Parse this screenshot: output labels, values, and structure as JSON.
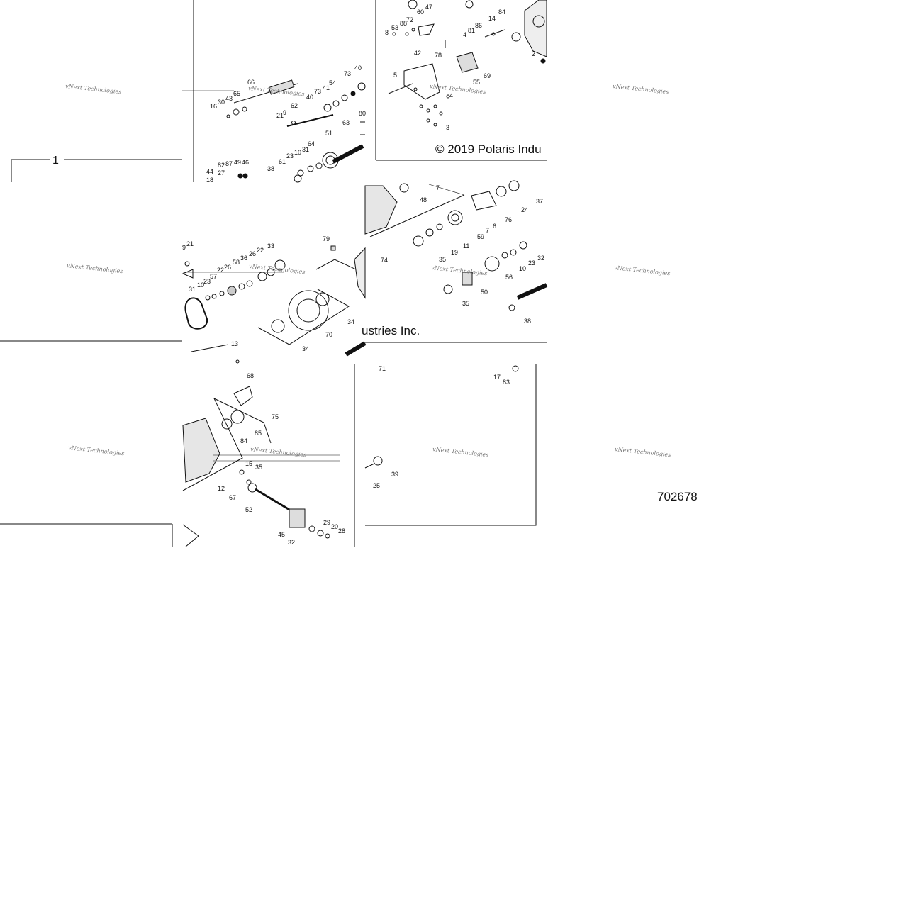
{
  "figure": {
    "copyright": "© 2019 Polaris Indu",
    "copyright_tail": "ustries Inc.",
    "drawing_number": "702678",
    "section_label": "1"
  },
  "watermark": {
    "text": "vNext Technologies"
  },
  "callouts": {
    "tile_top_left": [
      "66",
      "30",
      "43",
      "65",
      "16",
      "62",
      "9",
      "21",
      "40",
      "73",
      "41",
      "54",
      "73",
      "40",
      "80",
      "63",
      "51",
      "64",
      "31",
      "10",
      "23",
      "61",
      "82",
      "87",
      "49",
      "46",
      "38",
      "44",
      "27",
      "18"
    ],
    "tile_top_right": [
      "47",
      "60",
      "72",
      "88",
      "53",
      "8",
      "42",
      "78",
      "5",
      "69",
      "55",
      "4",
      "3",
      "14",
      "84",
      "86",
      "81",
      "4",
      "2"
    ],
    "tile_mid_left": [
      "21",
      "9",
      "33",
      "22",
      "26",
      "36",
      "58",
      "26",
      "22",
      "57",
      "23",
      "10",
      "31",
      "79",
      "34",
      "70",
      "34",
      "13"
    ],
    "tile_mid_right": [
      "48",
      "7",
      "37",
      "24",
      "76",
      "6",
      "7",
      "59",
      "11",
      "19",
      "35",
      "74",
      "32",
      "23",
      "10",
      "56",
      "50",
      "35",
      "38"
    ],
    "tile_bottom_left": [
      "68",
      "75",
      "85",
      "84",
      "15",
      "35",
      "12",
      "67",
      "52",
      "29",
      "20",
      "28",
      "45",
      "32"
    ],
    "tile_bottom_right": [
      "71",
      "17",
      "83",
      "39",
      "25"
    ]
  }
}
